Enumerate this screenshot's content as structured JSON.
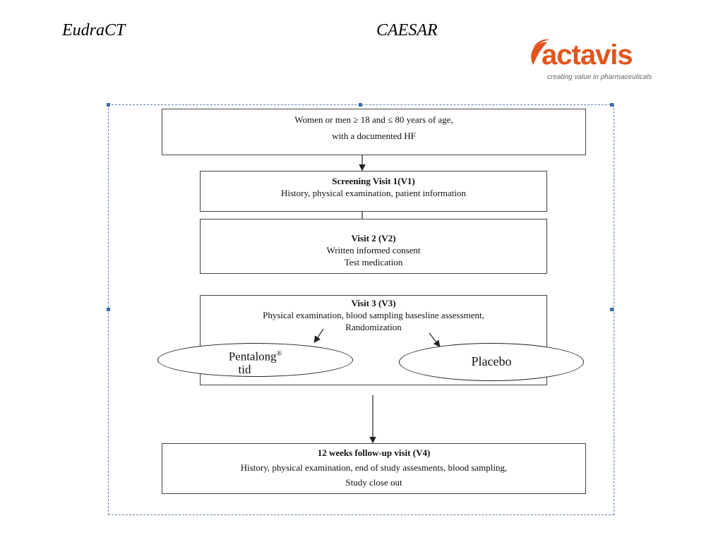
{
  "header": {
    "left": "EudraCT",
    "middle": "CAESAR"
  },
  "logo": {
    "word": "actavis",
    "tagline": "creating value in pharmaceuticals",
    "color": "#e2551e"
  },
  "flowchart": {
    "eligibility": {
      "line1": "Women or men ≥ 18 and ≤ 80 years of age,",
      "line2": "with a documented HF"
    },
    "v1": {
      "title": "Screening Visit 1(V1)",
      "line1": "History, physical examination, patient information"
    },
    "v2": {
      "title": "Visit 2 (V2)",
      "line1": "Written informed consent",
      "line2": "Test medication"
    },
    "v3": {
      "title": "Visit 3 (V3)",
      "line1": "Physical examination, blood sampling basesline assessment,",
      "line2": "Randomization"
    },
    "arm_a": {
      "name": "Pentalong",
      "mark": "®",
      "dose": "tid"
    },
    "arm_b": {
      "name": "Placebo"
    },
    "v4": {
      "title": "12 weeks follow-up visit (V4)",
      "line1": "History, physical examination, end of study assesments, blood sampling,",
      "line2": "Study close out"
    }
  }
}
